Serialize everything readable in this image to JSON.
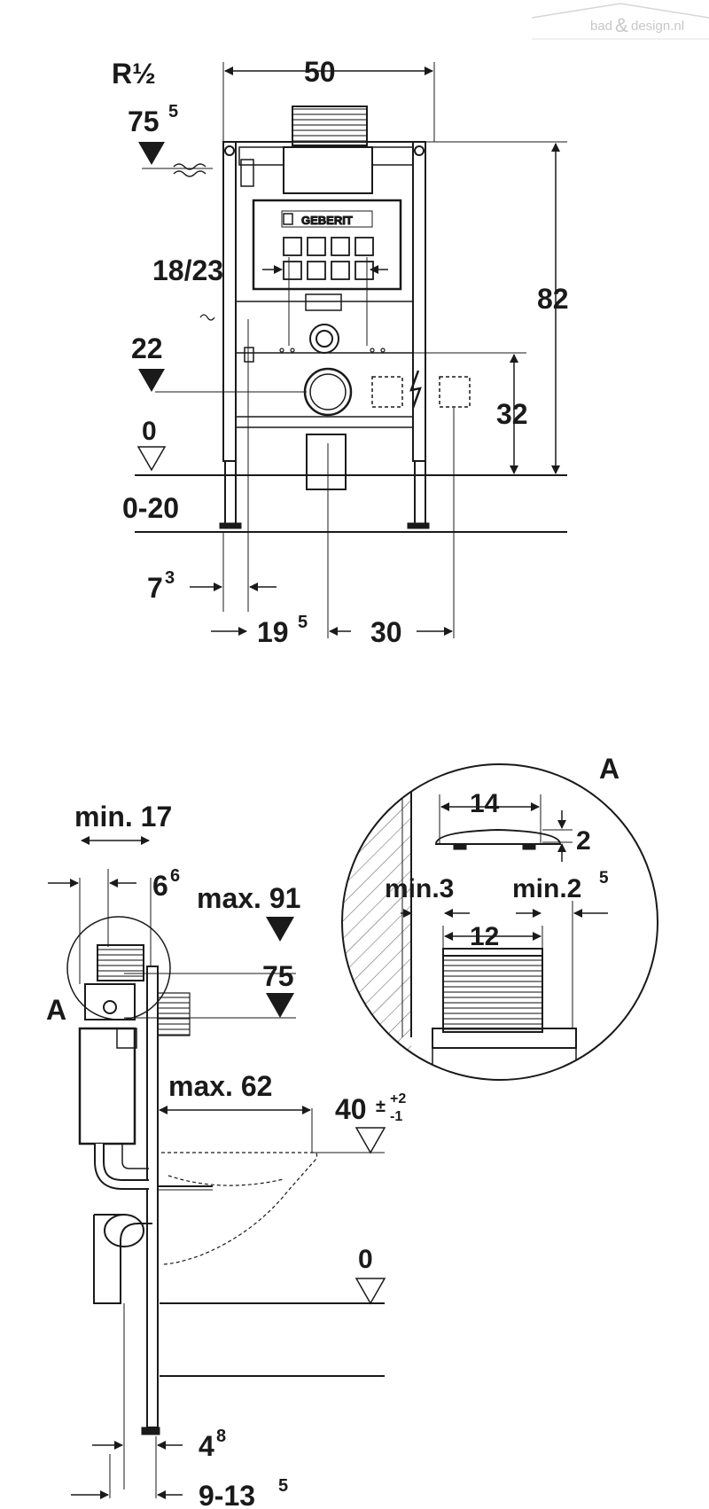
{
  "watermark": {
    "left": "bad",
    "right": "design.nl"
  },
  "front": {
    "thread": "R½",
    "inlet_height": {
      "main": "75",
      "sup": "5"
    },
    "frame_width": "50",
    "button_spacing": "18/23",
    "drain_height": "22",
    "floor_zero": "0",
    "floor_range": "0-20",
    "frame_height": "82",
    "bolt_height": "32",
    "foot_offset": {
      "main": "7",
      "sup": "3"
    },
    "center_offset": {
      "main": "19",
      "sup": "5"
    },
    "side_offset": "30",
    "brand": "GEBERIT"
  },
  "side": {
    "min_depth": "min. 17",
    "depth_offset": {
      "main": "6",
      "sup": "6"
    },
    "max_height": "max. 91",
    "plate_height": "75",
    "detail_ref": "A",
    "max_projection": "max. 62",
    "seat_height": {
      "main": "40",
      "tol_top": "+2",
      "tol_bot": "-1",
      "pm": "±"
    },
    "floor_zero": "0",
    "wall_offset": {
      "main": "4",
      "sup": "8"
    },
    "wall_range": {
      "main": "9-13",
      "sup": "5"
    }
  },
  "detail": {
    "ref": "A",
    "plate_width": "14",
    "plate_thickness": "2",
    "min_left": "min.3",
    "min_right": {
      "main": "min.2",
      "sup": "5"
    },
    "opening_width": "12"
  }
}
